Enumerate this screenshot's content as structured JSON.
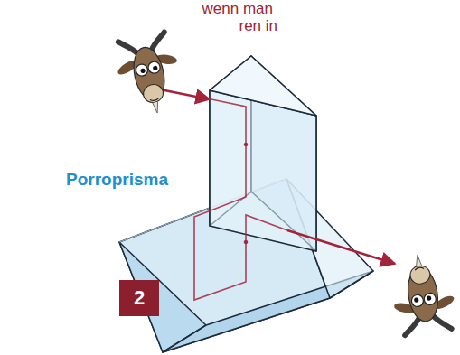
{
  "diagram": {
    "labels": [
      "wenn man",
      "ren in",
      "Porroprisma",
      "2"
    ]
  }
}
